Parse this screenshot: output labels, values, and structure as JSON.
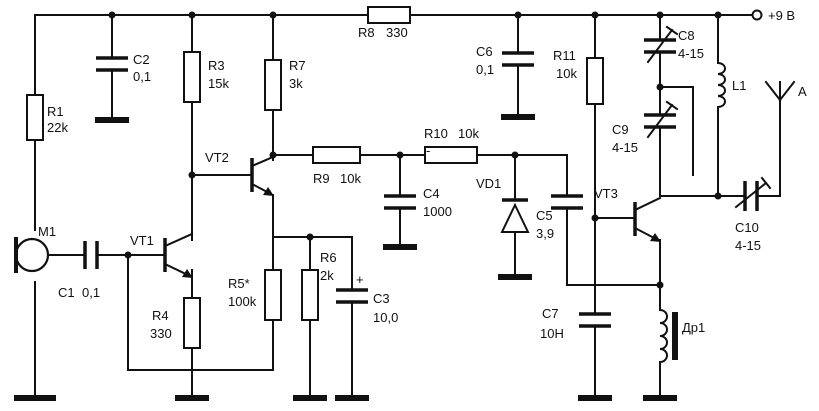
{
  "supply": {
    "label": "+9 В"
  },
  "components": {
    "R1": {
      "ref": "R1",
      "value": "22k"
    },
    "R3": {
      "ref": "R3",
      "value": "15k"
    },
    "R4": {
      "ref": "R4",
      "value": "330"
    },
    "R5": {
      "ref": "R5*",
      "value": "100k"
    },
    "R6": {
      "ref": "R6",
      "value": "2k"
    },
    "R7": {
      "ref": "R7",
      "value": "3k"
    },
    "R8": {
      "ref": "R8",
      "value": "330"
    },
    "R9": {
      "ref": "R9",
      "value": "10k"
    },
    "R10": {
      "ref": "R10",
      "value": "10k"
    },
    "R11": {
      "ref": "R11",
      "value": "10k"
    },
    "C1": {
      "ref": "C1",
      "value": "0,1"
    },
    "C2": {
      "ref": "C2",
      "value": "0,1"
    },
    "C3": {
      "ref": "C3",
      "value": "10,0"
    },
    "C4": {
      "ref": "C4",
      "value": "1000"
    },
    "C5": {
      "ref": "C5",
      "value": "3,9"
    },
    "C6": {
      "ref": "C6",
      "value": "0,1"
    },
    "C7": {
      "ref": "C7",
      "value": "10Н"
    },
    "C8": {
      "ref": "C8",
      "value": "4-15"
    },
    "C9": {
      "ref": "C9",
      "value": "4-15"
    },
    "C10": {
      "ref": "C10",
      "value": "4-15"
    },
    "VT1": {
      "ref": "VT1"
    },
    "VT2": {
      "ref": "VT2"
    },
    "VT3": {
      "ref": "VT3"
    },
    "VD1": {
      "ref": "VD1"
    },
    "M1": {
      "ref": "M1"
    },
    "L1": {
      "ref": "L1"
    },
    "Dr1": {
      "ref": "Др1"
    },
    "A": {
      "ref": "A"
    }
  },
  "marks": {
    "plus": "+",
    "minus": "-"
  }
}
